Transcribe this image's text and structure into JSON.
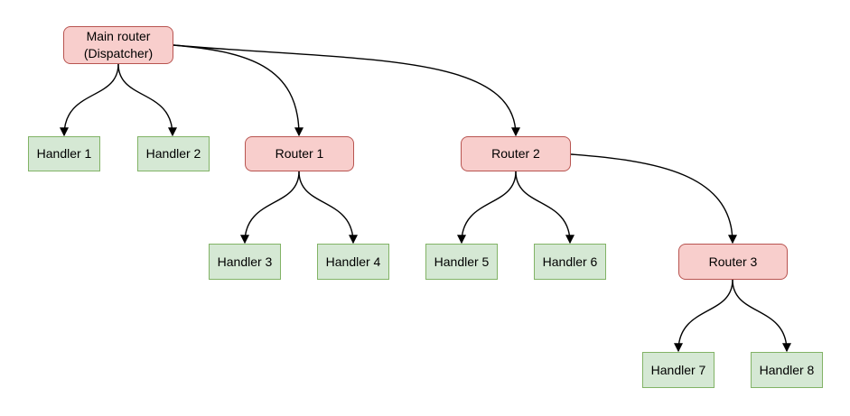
{
  "diagram": {
    "background": "#ffffff",
    "colors": {
      "background": "#ffffff",
      "router_fill": "#f8cecc",
      "router_border": "#b85450",
      "handler_fill": "#d5e8d4",
      "handler_border": "#82b366",
      "edge": "#000000",
      "text": "#000000"
    },
    "nodes": [
      {
        "id": "main-router",
        "label": "Main router\n(Dispatcher)",
        "type": "router"
      },
      {
        "id": "handler-1",
        "label": "Handler 1",
        "type": "handler"
      },
      {
        "id": "handler-2",
        "label": "Handler 2",
        "type": "handler"
      },
      {
        "id": "router-1",
        "label": "Router 1",
        "type": "router"
      },
      {
        "id": "router-2",
        "label": "Router 2",
        "type": "router"
      },
      {
        "id": "handler-3",
        "label": "Handler 3",
        "type": "handler"
      },
      {
        "id": "handler-4",
        "label": "Handler 4",
        "type": "handler"
      },
      {
        "id": "handler-5",
        "label": "Handler 5",
        "type": "handler"
      },
      {
        "id": "handler-6",
        "label": "Handler 6",
        "type": "handler"
      },
      {
        "id": "router-3",
        "label": "Router 3",
        "type": "router"
      },
      {
        "id": "handler-7",
        "label": "Handler 7",
        "type": "handler"
      },
      {
        "id": "handler-8",
        "label": "Handler 8",
        "type": "handler"
      }
    ],
    "edges": [
      {
        "from": "main-router",
        "to": "handler-1"
      },
      {
        "from": "main-router",
        "to": "handler-2"
      },
      {
        "from": "main-router",
        "to": "router-1"
      },
      {
        "from": "main-router",
        "to": "router-2"
      },
      {
        "from": "router-1",
        "to": "handler-3"
      },
      {
        "from": "router-1",
        "to": "handler-4"
      },
      {
        "from": "router-2",
        "to": "handler-5"
      },
      {
        "from": "router-2",
        "to": "handler-6"
      },
      {
        "from": "router-2",
        "to": "router-3"
      },
      {
        "from": "router-3",
        "to": "handler-7"
      },
      {
        "from": "router-3",
        "to": "handler-8"
      }
    ]
  }
}
